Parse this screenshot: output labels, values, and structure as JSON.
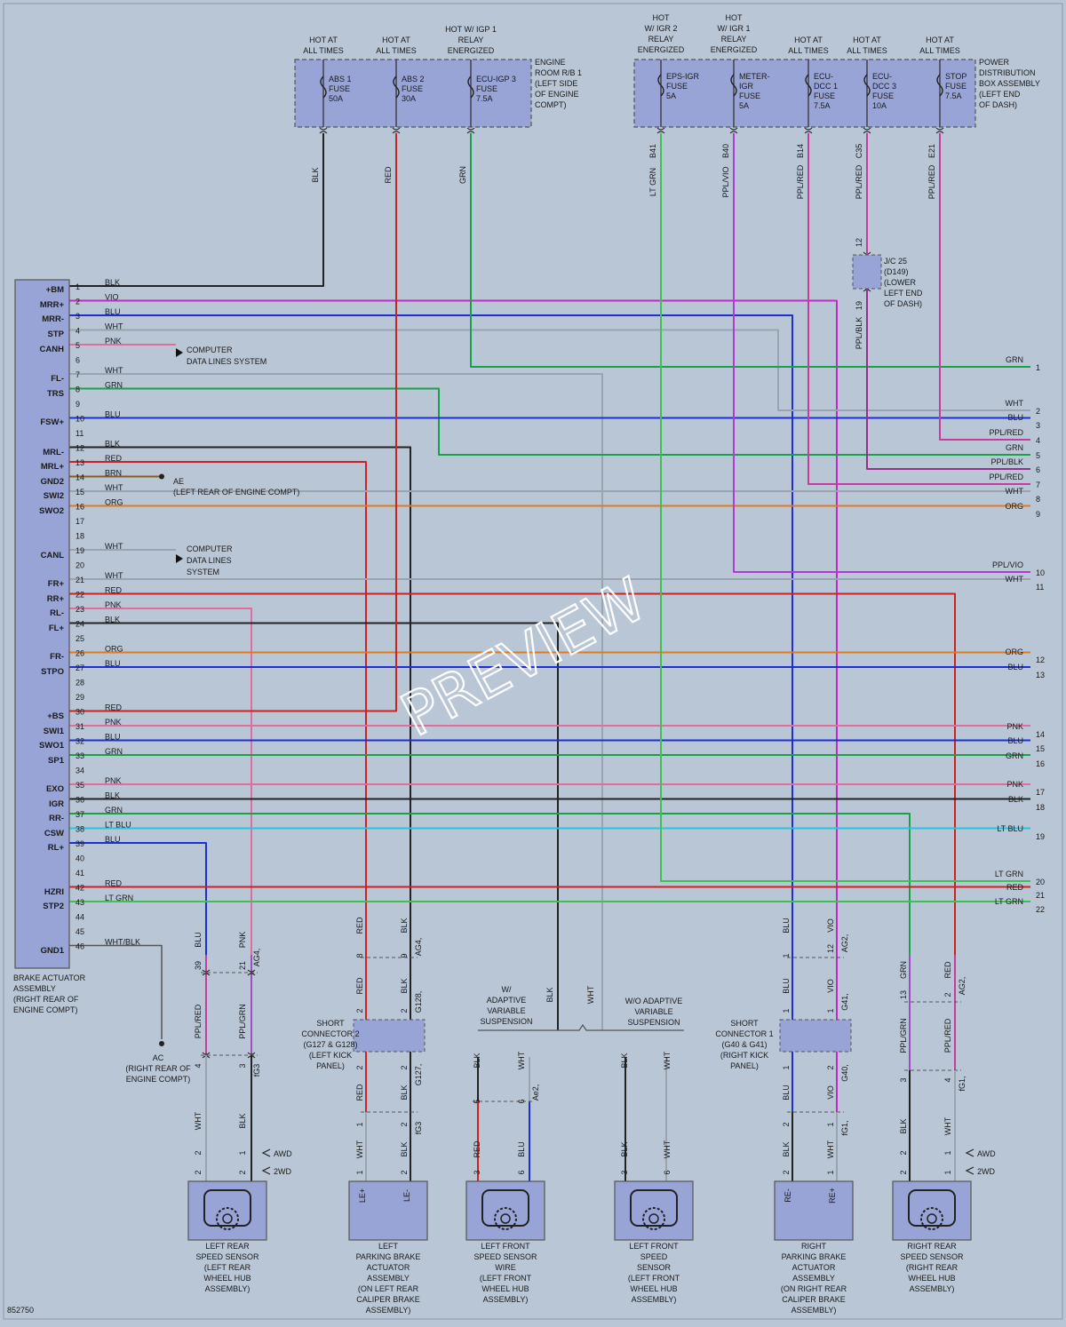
{
  "colors": {
    "BLK": "#222222",
    "RED": "#cc2222",
    "GRN": "#19a14a",
    "WHT": "#9aa4ae",
    "BLU": "#1c2fd6",
    "VIO": "#c02ac6",
    "PNK": "#e06d9c",
    "ORG": "#e07a22",
    "BRN": "#8a5a20",
    "LTBLU": "#27c6d6",
    "LTGRN": "#3cc24e",
    "PPLRED": "#c73a9e",
    "PPLVIO": "#b13ad6",
    "PPLBLK": "#9a2f8a",
    "PPLGRN": "#a24ac0",
    "component": "#98a4d6"
  },
  "power_box_left": {
    "headers": [
      {
        "lines": [
          "HOT AT",
          "ALL TIMES"
        ]
      },
      {
        "lines": [
          "HOT AT",
          "ALL TIMES"
        ]
      },
      {
        "lines": [
          "HOT W/ IGP 1",
          "RELAY",
          "ENERGIZED"
        ]
      }
    ],
    "fuses": [
      {
        "lines": [
          "ABS 1",
          "FUSE",
          "50A"
        ],
        "wire": "BLK"
      },
      {
        "lines": [
          "ABS 2",
          "FUSE",
          "30A"
        ],
        "wire": "RED"
      },
      {
        "lines": [
          "ECU-IGP 3",
          "FUSE",
          "7.5A"
        ],
        "wire": "GRN"
      }
    ],
    "label": [
      "ENGINE",
      "ROOM R/B 1",
      "(LEFT SIDE",
      "OF ENGINE",
      "COMPT)"
    ]
  },
  "power_box_right": {
    "headers": [
      {
        "lines": [
          "HOT",
          "W/ IGR 2",
          "RELAY",
          "ENERGIZED"
        ]
      },
      {
        "lines": [
          "HOT",
          "W/ IGR 1",
          "RELAY",
          "ENERGIZED"
        ]
      },
      {
        "lines": [
          "HOT AT",
          "ALL TIMES"
        ]
      },
      {
        "lines": [
          "HOT AT",
          "ALL TIMES"
        ]
      },
      {
        "lines": [
          "HOT AT",
          "ALL TIMES"
        ]
      }
    ],
    "fuses": [
      {
        "lines": [
          "EPS-IGR",
          "FUSE",
          "5A"
        ],
        "pin": "B41",
        "wire": "LT GRN"
      },
      {
        "lines": [
          "METER-",
          "IGR",
          "FUSE",
          "5A"
        ],
        "pin": "B40",
        "wire": "PPL/VIO"
      },
      {
        "lines": [
          "ECU-",
          "DCC 1",
          "FUSE",
          "7.5A"
        ],
        "pin": "B14",
        "wire": "PPL/RED"
      },
      {
        "lines": [
          "ECU-",
          "DCC 3",
          "FUSE",
          "10A"
        ],
        "pin": "C35",
        "wire": "PPL/RED"
      },
      {
        "lines": [
          "STOP",
          "FUSE",
          "7.5A"
        ],
        "pin": "E21",
        "wire": "PPL/RED"
      }
    ],
    "label": [
      "POWER",
      "DISTRIBUTION",
      "BOX ASSEMBLY",
      "(LEFT END",
      "OF DASH)"
    ]
  },
  "junction": {
    "lines": [
      "J/C 25",
      "(D149)",
      "(LOWER",
      "LEFT END",
      "OF DASH)"
    ],
    "pin_top": "12",
    "pin_bottom": "19",
    "wire_bottom": "PPL/BLK"
  },
  "ecu": {
    "terminals": [
      "+BM",
      "MRR+",
      "MRR-",
      "STP",
      "CANH",
      "FL-",
      "TRS",
      "FSW+",
      "MRL-",
      "MRL+",
      "GND2",
      "SWI2",
      "SWO2",
      "CANL",
      "FR+",
      "RR+",
      "RL-",
      "FL+",
      "FR-",
      "STPO",
      "+BS",
      "SWI1",
      "SWO1",
      "SP1",
      "EXO",
      "IGR",
      "RR-",
      "CSW",
      "RL+",
      "HZRI",
      "STP2",
      "GND1"
    ],
    "label": [
      "BRAKE ACTUATOR",
      "ASSEMBLY",
      "(RIGHT REAR OF",
      "ENGINE COMPT)"
    ]
  },
  "ecu_pins": [
    {
      "n": "1",
      "c": "BLK"
    },
    {
      "n": "2",
      "c": "VIO"
    },
    {
      "n": "3",
      "c": "BLU"
    },
    {
      "n": "4",
      "c": "WHT"
    },
    {
      "n": "5",
      "c": "PNK"
    },
    {
      "n": "6",
      "c": ""
    },
    {
      "n": "7",
      "c": "WHT"
    },
    {
      "n": "8",
      "c": "GRN"
    },
    {
      "n": "9",
      "c": ""
    },
    {
      "n": "10",
      "c": "BLU"
    },
    {
      "n": "11",
      "c": ""
    },
    {
      "n": "12",
      "c": "BLK"
    },
    {
      "n": "13",
      "c": "RED"
    },
    {
      "n": "14",
      "c": "BRN"
    },
    {
      "n": "15",
      "c": "WHT"
    },
    {
      "n": "16",
      "c": "ORG"
    },
    {
      "n": "17",
      "c": ""
    },
    {
      "n": "18",
      "c": ""
    },
    {
      "n": "19",
      "c": "WHT"
    },
    {
      "n": "20",
      "c": ""
    },
    {
      "n": "21",
      "c": "WHT"
    },
    {
      "n": "22",
      "c": "RED"
    },
    {
      "n": "23",
      "c": "PNK"
    },
    {
      "n": "24",
      "c": "BLK"
    },
    {
      "n": "25",
      "c": ""
    },
    {
      "n": "26",
      "c": "ORG"
    },
    {
      "n": "27",
      "c": "BLU"
    },
    {
      "n": "28",
      "c": ""
    },
    {
      "n": "29",
      "c": ""
    },
    {
      "n": "30",
      "c": "RED"
    },
    {
      "n": "31",
      "c": "PNK"
    },
    {
      "n": "32",
      "c": "BLU"
    },
    {
      "n": "33",
      "c": "GRN"
    },
    {
      "n": "34",
      "c": ""
    },
    {
      "n": "35",
      "c": "PNK"
    },
    {
      "n": "36",
      "c": "BLK"
    },
    {
      "n": "37",
      "c": "GRN"
    },
    {
      "n": "38",
      "c": "LT BLU"
    },
    {
      "n": "39",
      "c": "BLU"
    },
    {
      "n": "40",
      "c": ""
    },
    {
      "n": "41",
      "c": ""
    },
    {
      "n": "42",
      "c": "RED"
    },
    {
      "n": "43",
      "c": "LT GRN"
    },
    {
      "n": "44",
      "c": ""
    },
    {
      "n": "45",
      "c": ""
    },
    {
      "n": "46",
      "c": "WHT/BLK"
    }
  ],
  "right_ends": [
    {
      "n": "1",
      "c": [
        "GRN"
      ]
    },
    {
      "n": "2",
      "c": [
        "WHT"
      ]
    },
    {
      "n": "3",
      "c": [
        "BLU"
      ]
    },
    {
      "n": "4",
      "c": [
        "PPL/RED"
      ]
    },
    {
      "n": "5",
      "c": [
        "GRN"
      ]
    },
    {
      "n": "6",
      "c": [
        "PPL/BLK"
      ]
    },
    {
      "n": "7",
      "c": [
        "PPL/RED"
      ]
    },
    {
      "n": "8",
      "c": [
        "WHT"
      ]
    },
    {
      "n": "9",
      "c": [
        "ORG"
      ]
    },
    {
      "n": "10",
      "c": [
        "PPL/VIO"
      ]
    },
    {
      "n": "11",
      "c": [
        "WHT"
      ]
    },
    {
      "n": "12",
      "c": [
        "ORG"
      ]
    },
    {
      "n": "13",
      "c": [
        "BLU"
      ]
    },
    {
      "n": "14",
      "c": [
        "PNK"
      ]
    },
    {
      "n": "15",
      "c": [
        "BLU"
      ]
    },
    {
      "n": "16",
      "c": [
        "GRN"
      ]
    },
    {
      "n": "17",
      "c": [
        "PNK"
      ]
    },
    {
      "n": "18",
      "c": [
        "BLK"
      ]
    },
    {
      "n": "19",
      "c": [
        "LT BLU"
      ]
    },
    {
      "n": "20",
      "c": [
        "LT GRN"
      ]
    },
    {
      "n": "21",
      "c": [
        "RED"
      ]
    },
    {
      "n": "22",
      "c": [
        "LT GRN"
      ]
    }
  ],
  "ground_labels": {
    "ae": [
      "AE",
      "(LEFT REAR OF ENGINE COMPT)"
    ],
    "ac": [
      "AC",
      "(RIGHT REAR OF",
      "ENGINE COMPT)"
    ]
  },
  "computer_labels": {
    "a": [
      "COMPUTER",
      "DATA LINES SYSTEM"
    ],
    "b": [
      "COMPUTER",
      "DATA LINES",
      "SYSTEM"
    ]
  },
  "short_connectors": {
    "left": [
      "SHORT",
      "CONNECTOR 2",
      "(G127 & G128)",
      "(LEFT KICK",
      "PANEL)"
    ],
    "right": [
      "SHORT",
      "CONNECTOR 1",
      "(G40 & G41)",
      "(RIGHT KICK",
      "PANEL)"
    ]
  },
  "suspension": {
    "with": [
      "W/",
      "ADAPTIVE",
      "VARIABLE",
      "SUSPENSION"
    ],
    "without": [
      "W/O ADAPTIVE",
      "VARIABLE",
      "SUSPENSION"
    ],
    "blk": "BLK",
    "wht": "WHT"
  },
  "drive": {
    "awd": "AWD",
    "twowd": "2WD"
  },
  "components": [
    {
      "lines": [
        "LEFT REAR",
        "SPEED SENSOR",
        "(LEFT REAR",
        "WHEEL HUB",
        "ASSEMBLY)"
      ]
    },
    {
      "lines": [
        "LEFT",
        "PARKING BRAKE",
        "ACTUATOR",
        "ASSEMBLY",
        "(ON LEFT REAR",
        "CALIPER BRAKE",
        "ASSEMBLY)"
      ],
      "pins": [
        "LE+",
        "LE-"
      ]
    },
    {
      "lines": [
        "LEFT FRONT",
        "SPEED SENSOR",
        "WIRE",
        "(LEFT FRONT",
        "WHEEL HUB",
        "ASSEMBLY)"
      ]
    },
    {
      "lines": [
        "LEFT FRONT",
        "SPEED",
        "SENSOR",
        "(LEFT FRONT",
        "WHEEL HUB",
        "ASSEMBLY)"
      ]
    },
    {
      "lines": [
        "RIGHT",
        "PARKING BRAKE",
        "ACTUATOR",
        "ASSEMBLY",
        "(ON RIGHT REAR",
        "CALIPER BRAKE",
        "ASSEMBLY)"
      ],
      "pins": [
        "RE-",
        "RE+"
      ]
    },
    {
      "lines": [
        "RIGHT REAR",
        "SPEED SENSOR",
        "(RIGHT REAR",
        "WHEEL HUB",
        "ASSEMBLY)"
      ]
    }
  ],
  "vertical_labels": [
    {
      "t": "BLU"
    },
    {
      "t": "PNK"
    },
    {
      "t": "AG4,"
    },
    {
      "t": "PPL/RED"
    },
    {
      "t": "PPL/GRN"
    },
    {
      "t": "fG3"
    },
    {
      "t": "WHT"
    },
    {
      "t": "BLK"
    },
    {
      "t": "RED"
    },
    {
      "t": "BLK"
    },
    {
      "t": "AG4,"
    },
    {
      "t": "RED"
    },
    {
      "t": "BLK"
    },
    {
      "t": "G128,"
    },
    {
      "t": "RED"
    },
    {
      "t": "BLK"
    },
    {
      "t": "G127,"
    },
    {
      "t": "WHT"
    },
    {
      "t": "BLK"
    },
    {
      "t": "fG3"
    },
    {
      "t": "BLK"
    },
    {
      "t": "WHT"
    },
    {
      "t": "Ae2,"
    },
    {
      "t": "RED"
    },
    {
      "t": "BLU"
    },
    {
      "t": "BLK"
    },
    {
      "t": "WHT"
    },
    {
      "t": "BLK"
    },
    {
      "t": "WHT"
    },
    {
      "t": "BLU"
    },
    {
      "t": "VIO"
    },
    {
      "t": "AG2,"
    },
    {
      "t": "BLU"
    },
    {
      "t": "VIO"
    },
    {
      "t": "G41,"
    },
    {
      "t": "BLU"
    },
    {
      "t": "VIO"
    },
    {
      "t": "G40,"
    },
    {
      "t": "BLK"
    },
    {
      "t": "WHT"
    },
    {
      "t": "fG1,"
    },
    {
      "t": "GRN"
    },
    {
      "t": "RED"
    },
    {
      "t": "AG2,"
    },
    {
      "t": "PPL/GRN"
    },
    {
      "t": "PPL/RED"
    },
    {
      "t": "fG1,"
    },
    {
      "t": "BLK"
    },
    {
      "t": "WHT"
    },
    {
      "t": "BLK"
    },
    {
      "t": "WHT"
    }
  ],
  "pin_numbers": [
    {
      "t": "39"
    },
    {
      "t": "21"
    },
    {
      "t": "4"
    },
    {
      "t": "3"
    },
    {
      "t": "2"
    },
    {
      "t": "2"
    },
    {
      "t": "2"
    },
    {
      "t": "1"
    },
    {
      "t": "8"
    },
    {
      "t": "9"
    },
    {
      "t": "2"
    },
    {
      "t": "2"
    },
    {
      "t": "2"
    },
    {
      "t": "2"
    },
    {
      "t": "1"
    },
    {
      "t": "2"
    },
    {
      "t": "1"
    },
    {
      "t": "2"
    },
    {
      "t": "5"
    },
    {
      "t": "6"
    },
    {
      "t": "3"
    },
    {
      "t": "6"
    },
    {
      "t": "3"
    },
    {
      "t": "6"
    },
    {
      "t": "1"
    },
    {
      "t": "12"
    },
    {
      "t": "1"
    },
    {
      "t": "1"
    },
    {
      "t": "1"
    },
    {
      "t": "2"
    },
    {
      "t": "2"
    },
    {
      "t": "1"
    },
    {
      "t": "2"
    },
    {
      "t": "1"
    },
    {
      "t": "13"
    },
    {
      "t": "2"
    },
    {
      "t": "3"
    },
    {
      "t": "4"
    },
    {
      "t": "2"
    },
    {
      "t": "1"
    },
    {
      "t": "2"
    },
    {
      "t": "1"
    }
  ],
  "doc_code": "852750",
  "watermark": "PREVIEW"
}
